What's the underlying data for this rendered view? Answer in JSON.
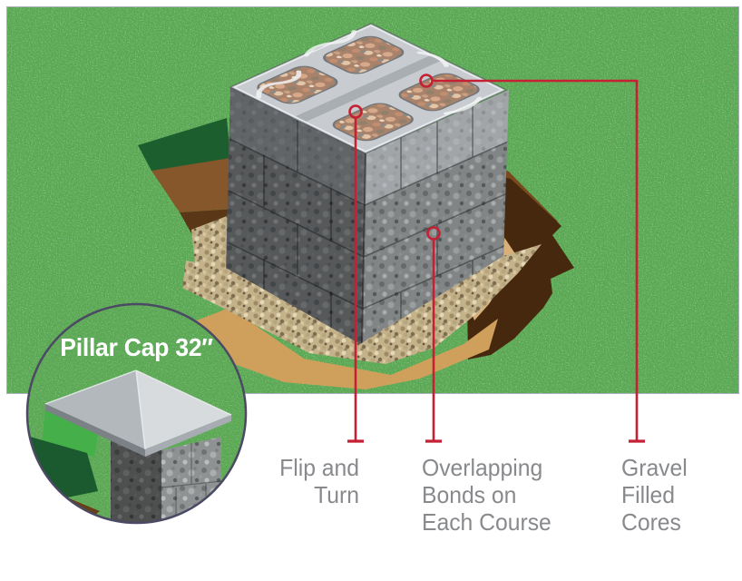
{
  "inset": {
    "label": "Pillar Cap 32″"
  },
  "callouts": [
    {
      "name": "flip-and-turn",
      "lines": [
        "Flip and",
        "Turn"
      ]
    },
    {
      "name": "overlapping-bonds",
      "lines": [
        "Overlapping",
        "Bonds on",
        "Each Course"
      ]
    },
    {
      "name": "gravel-filled-cores",
      "lines": [
        "Gravel",
        "Filled",
        "Cores"
      ]
    }
  ],
  "colors": {
    "callout_red": "#c52033",
    "label_gray": "#87898c",
    "grass_green": "#57a64b",
    "frame_border": "#a9b2b9",
    "inset_ring": "#4b4963",
    "concrete_top": "#c8ccd0",
    "stone_gray": "#8f9293",
    "sand_tan": "#cfa05c",
    "dirt_brown": "#7a4a1f",
    "inset_label_white": "#ffffff"
  }
}
